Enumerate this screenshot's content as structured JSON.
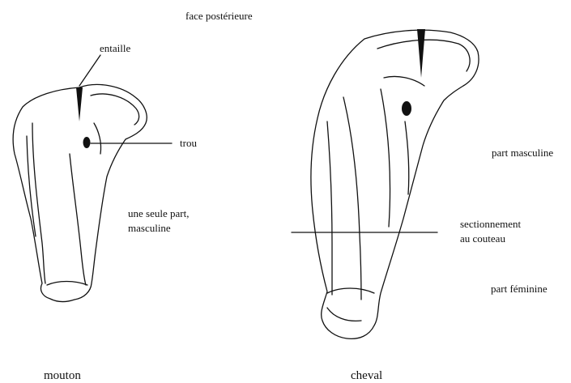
{
  "diagram": {
    "header": "face postérieure",
    "mouton": {
      "entaille": "entaille",
      "trou": "trou",
      "part_line1": "une seule part,",
      "part_line2": "masculine",
      "caption": "mouton"
    },
    "cheval": {
      "part_masculine": "part masculine",
      "cut_line1": "sectionnement",
      "cut_line2": "au couteau",
      "part_feminine": "part féminine",
      "caption": "cheval"
    }
  }
}
